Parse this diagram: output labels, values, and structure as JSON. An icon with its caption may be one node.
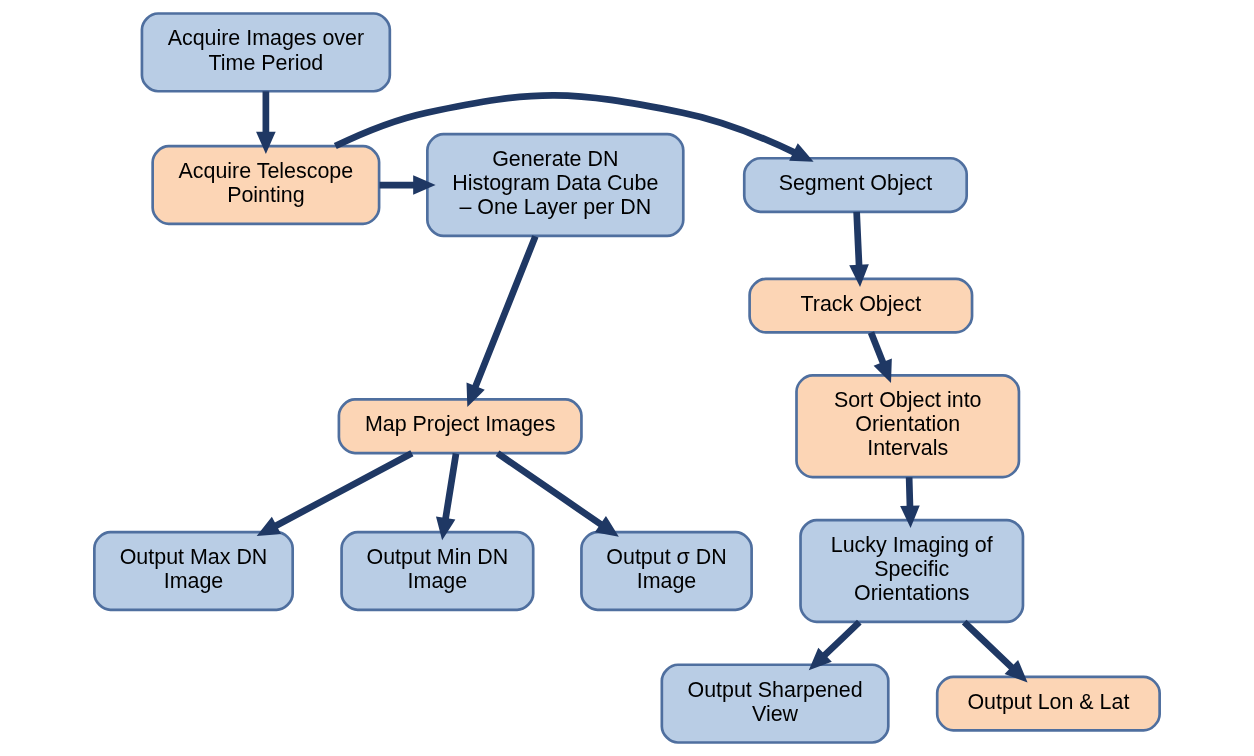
{
  "diagram": {
    "nodes": [
      {
        "text": [
          "Acquire Images over Time Period"
        ]
      },
      {
        "text": [
          "Acquire Telescope Pointing"
        ]
      },
      {
        "text": [
          "Segment Object"
        ]
      },
      {
        "text": [
          "Generate DN Histogram Data Cube – One Layer per DN"
        ]
      },
      {
        "text": [
          "Track Object"
        ]
      },
      {
        "text": [
          "Map Project Images"
        ]
      },
      {
        "text": [
          "Sort Object into Orientation Intervals"
        ]
      },
      {
        "text": [
          "Output Max DN Image"
        ]
      },
      {
        "text": [
          "Output Min DN Image"
        ]
      },
      {
        "text": [
          "Output σ DN Image"
        ]
      },
      {
        "text": [
          "Lucky Imaging of Specific Orientations"
        ]
      },
      {
        "text": [
          "Output Sharpened View"
        ]
      },
      {
        "text": [
          "Output Lon & Lat"
        ]
      }
    ],
    "edges": [
      {
        "from": 0,
        "to": 1,
        "arrow": "to"
      },
      {
        "from": 1,
        "to": 2,
        "arrow": "to"
      },
      {
        "from": 1,
        "to": 3,
        "arrow": "to"
      },
      {
        "from": 2,
        "to": 4,
        "arrow": "to"
      },
      {
        "from": 3,
        "to": 5,
        "arrow": "to"
      },
      {
        "from": 4,
        "to": 6,
        "arrow": "to"
      },
      {
        "from": 5,
        "to": 7,
        "arrow": "to"
      },
      {
        "from": 5,
        "to": 8,
        "arrow": "to"
      },
      {
        "from": 5,
        "to": 9,
        "arrow": "to"
      },
      {
        "from": 6,
        "to": 10,
        "arrow": "to"
      },
      {
        "from": 10,
        "to": 11,
        "arrow": "to"
      },
      {
        "from": 10,
        "to": 12,
        "arrow": "to"
      }
    ]
  }
}
